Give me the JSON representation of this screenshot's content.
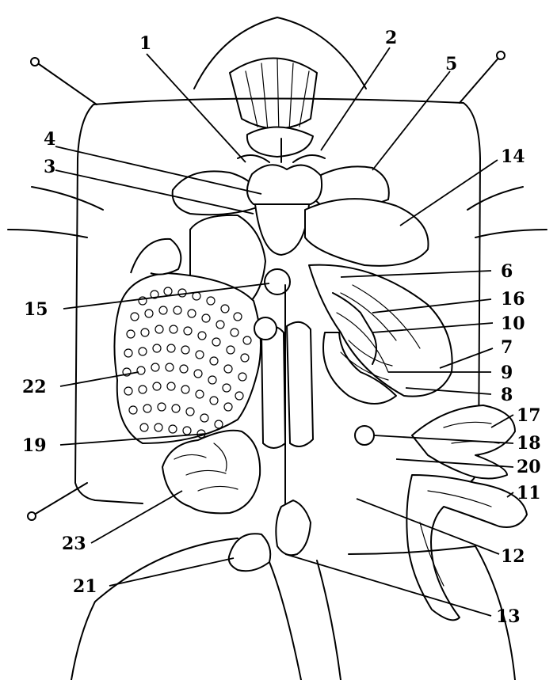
{
  "labels": [
    {
      "id": "1",
      "text": "1"
    },
    {
      "id": "2",
      "text": "2"
    },
    {
      "id": "3",
      "text": "3"
    },
    {
      "id": "4",
      "text": "4"
    },
    {
      "id": "5",
      "text": "5"
    },
    {
      "id": "6",
      "text": "6"
    },
    {
      "id": "7",
      "text": "7"
    },
    {
      "id": "8",
      "text": "8"
    },
    {
      "id": "9",
      "text": "9"
    },
    {
      "id": "10",
      "text": "10"
    },
    {
      "id": "11",
      "text": "11"
    },
    {
      "id": "12",
      "text": "12"
    },
    {
      "id": "13",
      "text": "13"
    },
    {
      "id": "14",
      "text": "14"
    },
    {
      "id": "15",
      "text": "15"
    },
    {
      "id": "16",
      "text": "16"
    },
    {
      "id": "17",
      "text": "17"
    },
    {
      "id": "18",
      "text": "18"
    },
    {
      "id": "19",
      "text": "19"
    },
    {
      "id": "20",
      "text": "20"
    },
    {
      "id": "21",
      "text": "21"
    },
    {
      "id": "22",
      "text": "22"
    },
    {
      "id": "23",
      "text": "23"
    }
  ],
  "colors": {
    "ink": "#000000",
    "background": "#ffffff"
  }
}
